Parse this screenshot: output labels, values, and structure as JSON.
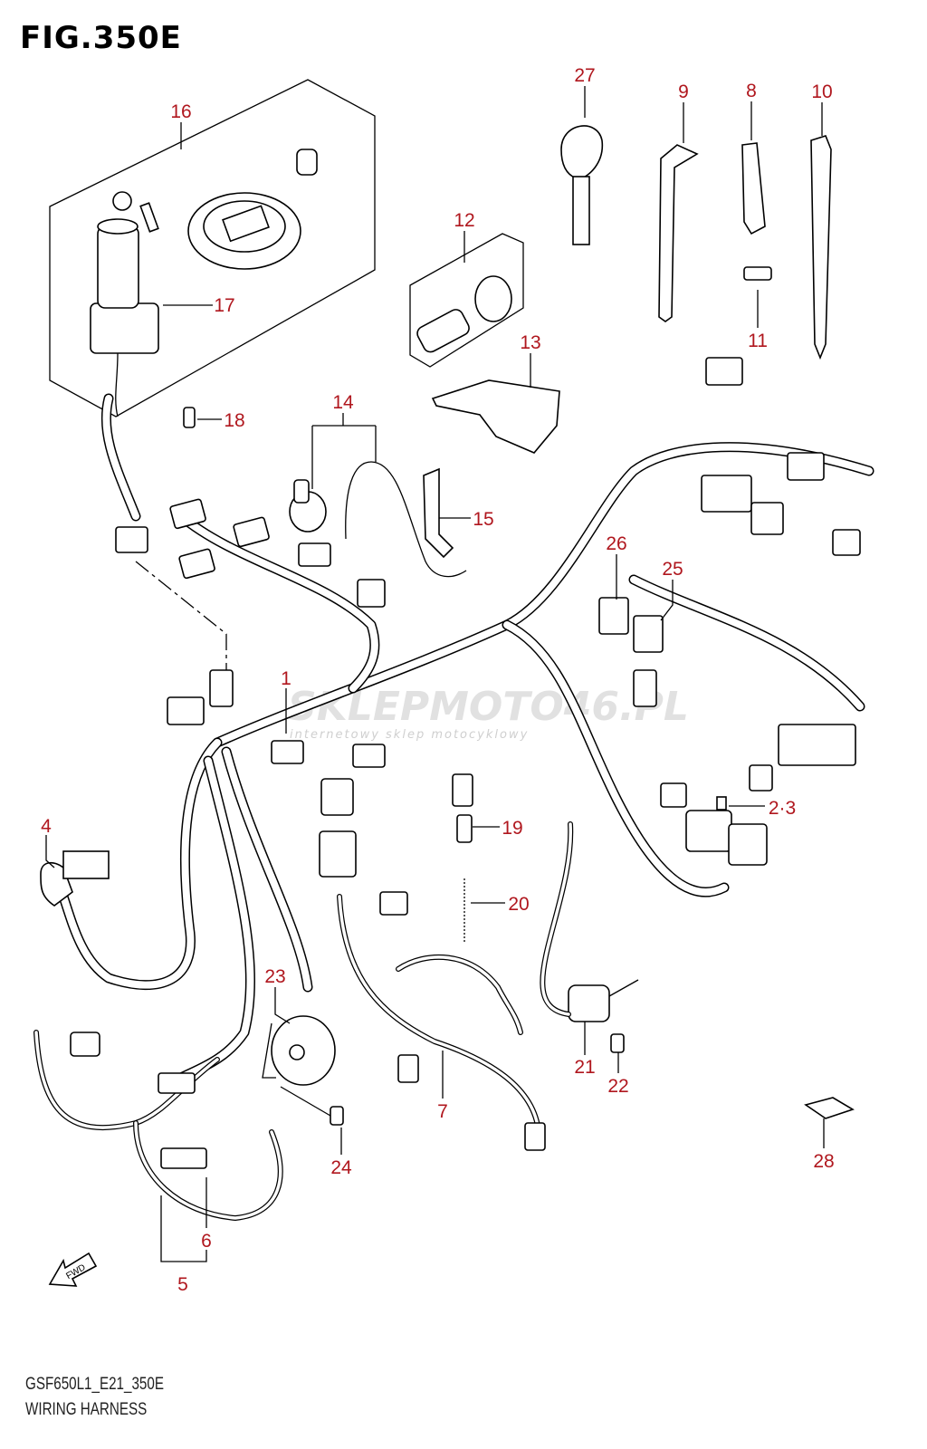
{
  "header": {
    "title": "FIG.350E"
  },
  "footer": {
    "code": "GSF650L1_E21_350E",
    "name": "WIRING HARNESS"
  },
  "fwd_label": "FWD",
  "watermark": {
    "brand": "SKLEPMOTO46.PL",
    "tagline": "internetowy sklep motocyklowy"
  },
  "label_color": "#b0171e",
  "callouts": [
    "16",
    "17",
    "18",
    "27",
    "9",
    "8",
    "10",
    "12",
    "11",
    "13",
    "14",
    "15",
    "26",
    "25",
    "1",
    "2·3",
    "19",
    "20",
    "4",
    "23",
    "21",
    "22",
    "7",
    "24",
    "28",
    "6",
    "5"
  ]
}
